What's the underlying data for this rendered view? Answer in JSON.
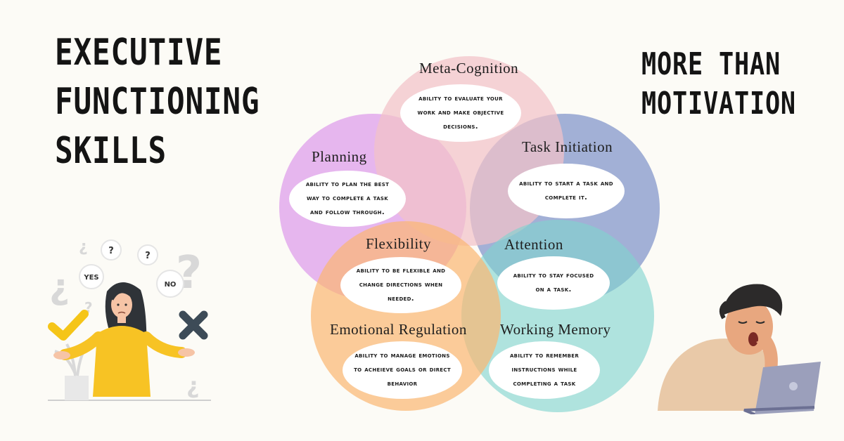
{
  "title": {
    "lines": [
      "Executive",
      "Functioning",
      "Skills"
    ]
  },
  "tagline": {
    "lines": [
      "more than",
      "motivation"
    ]
  },
  "skills": [
    {
      "name": "Meta-Cognition",
      "description": "ability to Evaluate your work and make objective decisions.",
      "color": "#f2c2c8"
    },
    {
      "name": "Planning",
      "description": "ability to plan  the best way to complete a task and follow through.",
      "color": "#d98be8"
    },
    {
      "name": "Task Initiation",
      "description": "ability to start a task and complete it.",
      "color": "#7f93c9"
    },
    {
      "name": "Flexibility",
      "description": "ability to be flexible and change directions when needed.",
      "color": "#fbb772"
    },
    {
      "name": "Attention",
      "description": "ability to stay focused on a task.",
      "color": "#7fd3cf"
    },
    {
      "name": "Emotional Regulation",
      "description": "ability to manage emotions to acheieve goals or direct behavior",
      "color": "#fbb772"
    },
    {
      "name": "Working Memory",
      "description": "ability to remember instructions while completing a task",
      "color": "#7fd3cf"
    }
  ],
  "illustration_left": {
    "bubbles": [
      "YES",
      "NO",
      "?",
      "?"
    ]
  }
}
